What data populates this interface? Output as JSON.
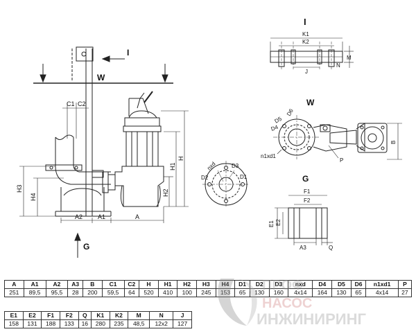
{
  "labels": {
    "I_top": "I",
    "I_arrow": "I",
    "W_left": "W",
    "G_bottom": "G",
    "W_right": "W",
    "G_right": "G",
    "C1": "C1",
    "C2": "C2",
    "A": "A",
    "A1": "A1",
    "A2": "A2",
    "H": "H",
    "H1": "H1",
    "H2": "H2",
    "H3": "H3",
    "H4": "H4",
    "nxd": "nxd",
    "D1": "D1",
    "D2": "D2",
    "D3": "D3",
    "K1": "K1",
    "K2": "K2",
    "M": "M",
    "N": "N",
    "J": "J",
    "D4": "D4",
    "D5": "D5",
    "D6": "D6",
    "n1xd1": "n1xd1",
    "P": "P",
    "B": "B",
    "F1": "F1",
    "F2": "F2",
    "E1": "E1",
    "E2": "E2",
    "A3": "A3",
    "Q": "Q"
  },
  "table1": {
    "headers": [
      "A",
      "A1",
      "A2",
      "A3",
      "B",
      "C1",
      "C2",
      "H",
      "H1",
      "H2",
      "H3",
      "H4",
      "D1",
      "D2",
      "D3",
      "nxd",
      "D4",
      "D5",
      "D6",
      "n1xd1",
      "P"
    ],
    "values": [
      "251",
      "89,5",
      "95,5",
      "28",
      "200",
      "59,5",
      "64",
      "520",
      "410",
      "100",
      "245",
      "153",
      "65",
      "130",
      "160",
      "4x14",
      "164",
      "130",
      "65",
      "4x14",
      "27"
    ]
  },
  "table2": {
    "headers": [
      "E1",
      "E2",
      "F1",
      "F2",
      "Q",
      "K1",
      "K2",
      "M",
      "N",
      "J"
    ],
    "values": [
      "158",
      "131",
      "188",
      "133",
      "16",
      "280",
      "235",
      "48,5",
      "12x2",
      "127"
    ]
  },
  "watermark": {
    "line1": "ПРОФ",
    "line2": "НАСОС",
    "line3": "ИНЖИНИРИНГ"
  }
}
